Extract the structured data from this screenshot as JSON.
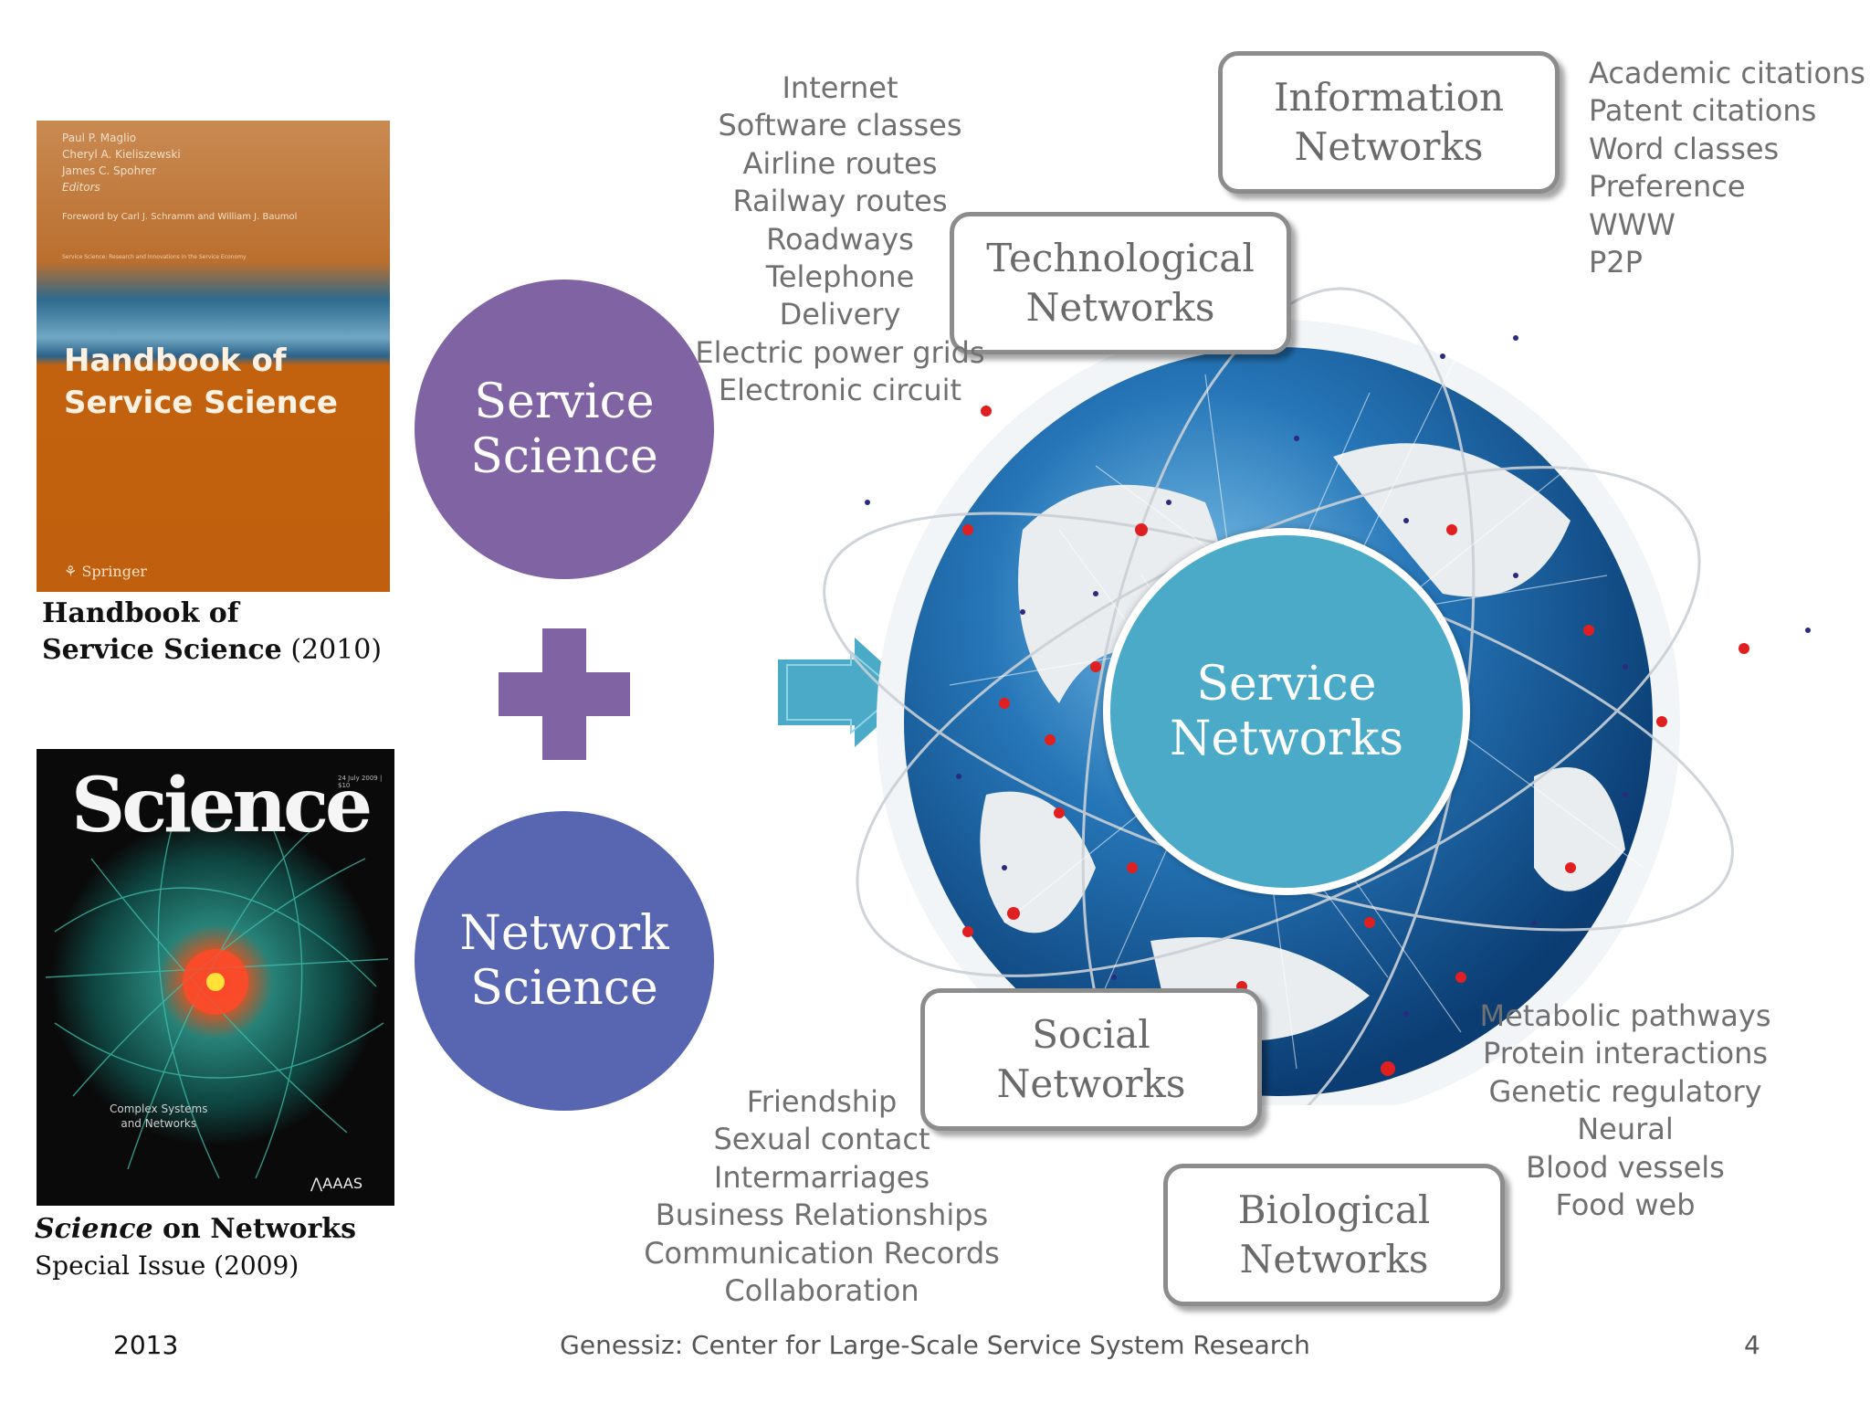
{
  "handbook_cover": {
    "editors": [
      "Paul P. Maglio",
      "Cheryl A. Kieliszewski",
      "James C. Spohrer",
      "Editors"
    ],
    "foreword": "Foreword by Carl J. Schramm and William J. Baumol",
    "series": "Service Science: Research and Innovations in the Service Economy",
    "title_line1": "Handbook of",
    "title_line2": "Service Science",
    "publisher": "Springer"
  },
  "handbook_caption": {
    "line1": "Handbook of",
    "line2_bold": "Service Science",
    "year": "(2010)"
  },
  "science_cover": {
    "masthead": "Science",
    "date": "24 July 2009 | $10",
    "feature_line1": "Complex Systems",
    "feature_line2": "and Networks",
    "publisher": "AAAS"
  },
  "science_caption": {
    "italic": "Science",
    "rest": " on Networks",
    "line2": "Special Issue (2009)"
  },
  "circles": {
    "service_science": "Service Science",
    "network_science": "Network Science",
    "service_networks": "Service Networks"
  },
  "boxes": {
    "information": "Information Networks",
    "technological": "Technological Networks",
    "social": "Social Networks",
    "biological": "Biological Networks"
  },
  "lists": {
    "technological": [
      "Internet",
      "Software classes",
      "Airline routes",
      "Railway routes",
      "Roadways",
      "Telephone",
      "Delivery",
      "Electric power grids",
      "Electronic circuit"
    ],
    "information": [
      "Academic citations",
      "Patent citations",
      "Word classes",
      "Preference",
      "WWW",
      "P2P"
    ],
    "social": [
      "Friendship",
      "Sexual contact",
      "Intermarriages",
      "Business Relationships",
      "Communication Records",
      "Collaboration"
    ],
    "biological": [
      "Metabolic pathways",
      "Protein interactions",
      "Genetic regulatory",
      "Neural",
      "Blood vessels",
      "Food web"
    ]
  },
  "footer": {
    "year": "2013",
    "center": "Genessiz: Center for Large-Scale Service System Research",
    "page": "4"
  },
  "colors": {
    "service_science": "#8063a3",
    "network_science": "#5865b0",
    "service_networks": "#4aaac8",
    "plus": "#8063a3",
    "arrow": "#4aaac8",
    "box_border": "#8c8c8c"
  }
}
